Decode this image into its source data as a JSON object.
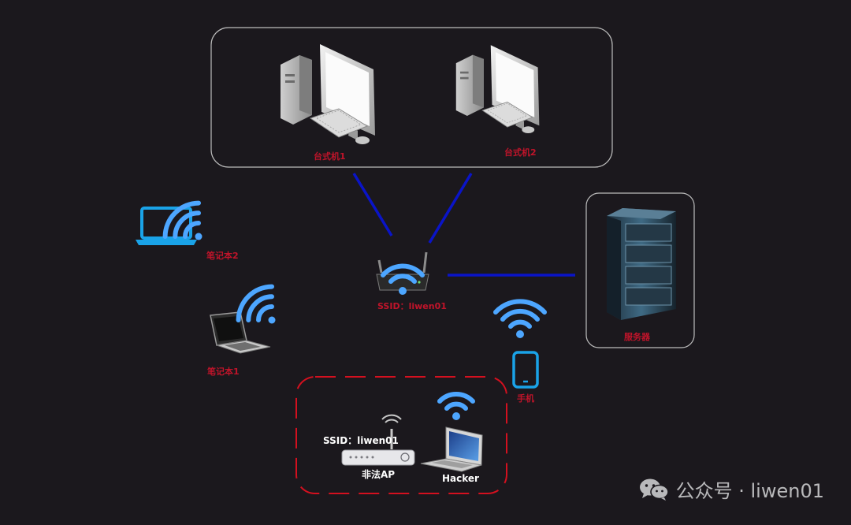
{
  "labels": {
    "desktop1": "台式机1",
    "desktop2": "台式机2",
    "laptop2": "笔记本2",
    "laptop1": "笔记本1",
    "router_ssid": "SSID：liwen01",
    "server": "服务器",
    "phone": "手机",
    "rogue_ssid": "SSID：liwen01",
    "rogue_ap": "非法AP",
    "hacker": "Hacker"
  },
  "watermark": {
    "text": "公众号 · liwen01",
    "icon": "wechat-icon"
  },
  "colors": {
    "background": "#1b181d",
    "wired_link": "#0a14c8",
    "wifi": "#4da6ff",
    "label_red": "#c0142a",
    "rogue_border": "#d4101f",
    "box_border": "#bdbdbd"
  },
  "icons": [
    "desktop-computer-icon",
    "laptop-icon",
    "router-icon",
    "server-rack-icon",
    "smartphone-icon",
    "wifi-icon",
    "access-point-icon"
  ]
}
